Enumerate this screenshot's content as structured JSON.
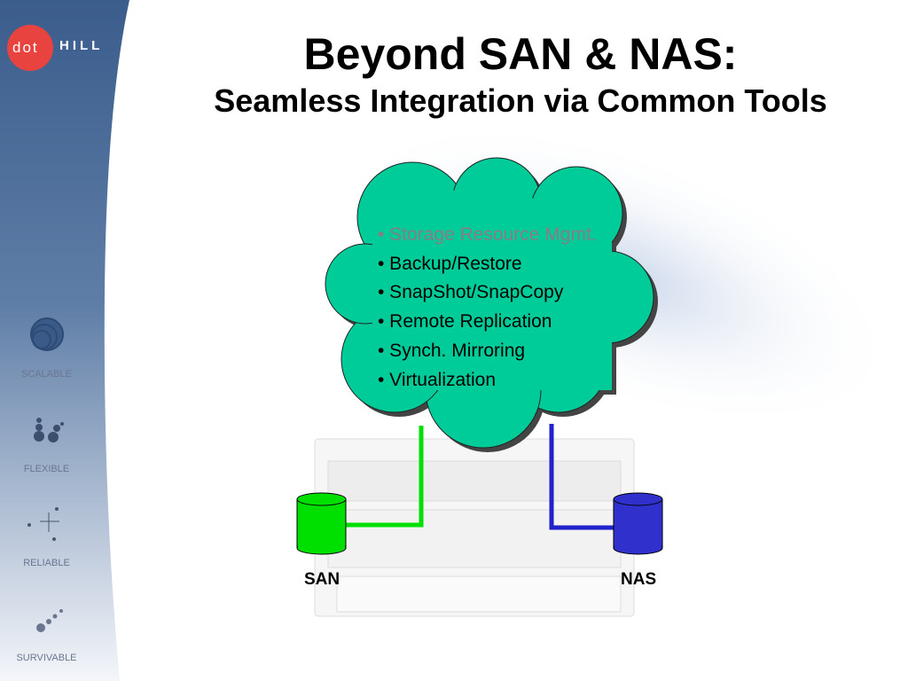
{
  "logo": {
    "part1": "dot",
    "part2": "HILL"
  },
  "title": "Beyond SAN & NAS:",
  "subtitle": "Seamless Integration via Common Tools",
  "sidebar": {
    "items": [
      {
        "label": "SCALABLE",
        "icon": "rings-icon"
      },
      {
        "label": "FLEXIBLE",
        "icon": "stacks-icon"
      },
      {
        "label": "RELIABLE",
        "icon": "sparkle-icon"
      },
      {
        "label": "SURVIVABLE",
        "icon": "comet-icon"
      }
    ]
  },
  "cloud": {
    "items": [
      "• Storage Resource Mgmt.",
      "• Backup/Restore",
      "• SnapShot/SnapCopy",
      "• Remote Replication",
      "• Synch. Mirroring",
      "• Virtualization"
    ]
  },
  "san": {
    "label": "SAN",
    "color": "#00e000"
  },
  "nas": {
    "label": "NAS",
    "color": "#3030cc"
  },
  "colors": {
    "cloud": "#00cc99",
    "sidebar": "#3d5f8f"
  }
}
